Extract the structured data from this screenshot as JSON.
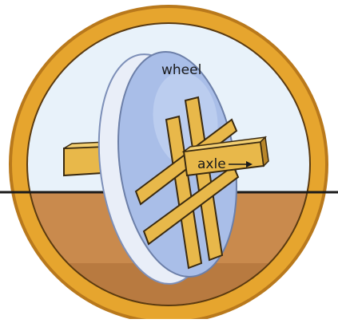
{
  "labels": {
    "wheel": "wheel",
    "axle": "axle"
  },
  "colors": {
    "ring": "#e6a52e",
    "ring_shadow": "#b9791c",
    "ring_outline": "#5a3a10",
    "sky": "#e8f2fa",
    "ground": "#c98a4d",
    "ground_dark": "#a86a34",
    "horizon": "#1a1a1a",
    "stone_face": "#a9bee8",
    "stone_rim": "#e9eef8",
    "stone_edge": "#7d8fb8",
    "wood": "#e8b84a",
    "wood_dark": "#b8862a",
    "wood_outline": "#3a2a10"
  },
  "icons": {
    "scene": "wheel-and-axle-illustration"
  }
}
